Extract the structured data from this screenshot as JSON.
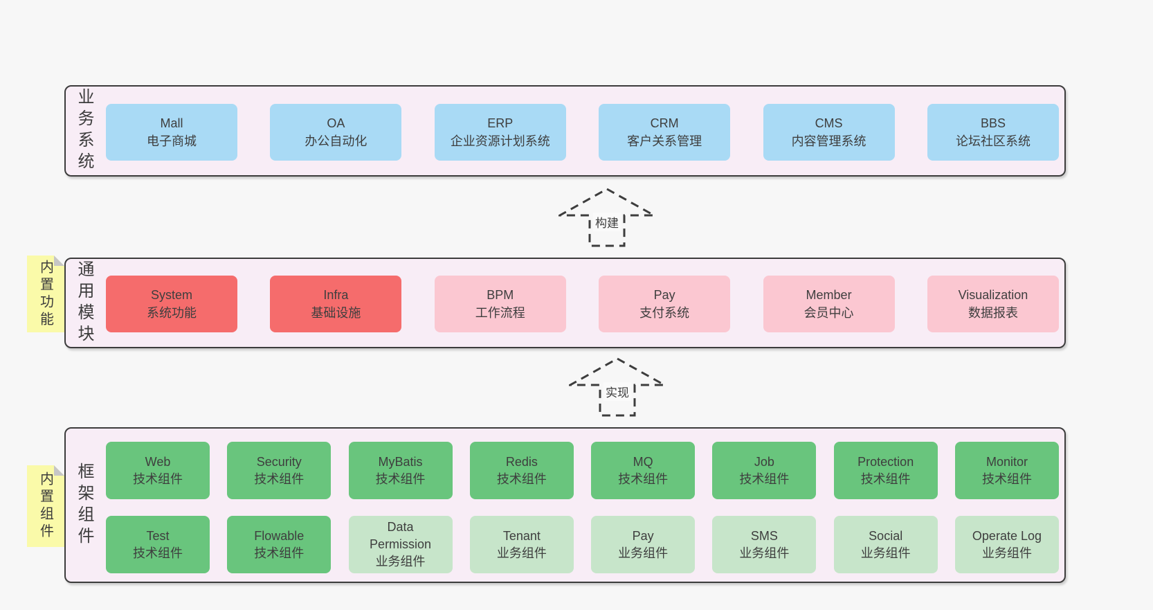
{
  "colors": {
    "page_bg": "#f7f7f7",
    "band_bg": "#f8edf6",
    "band_border": "#3c3c3c",
    "blue_box": "#a9daf5",
    "red_box": "#f56c6c",
    "pink_box": "#fbc7d1",
    "green_box": "#69c57d",
    "light_green_box": "#c7e5ca",
    "sticky_yellow": "#fafaa9",
    "fold_gray": "#c6c6c6",
    "text": "#3e3e3e"
  },
  "bands": {
    "business": {
      "label": "业务系统",
      "boxes": [
        {
          "name": "Mall",
          "desc": "电子商城",
          "type": "blue"
        },
        {
          "name": "OA",
          "desc": "办公自动化",
          "type": "blue"
        },
        {
          "name": "ERP",
          "desc": "企业资源计划系统",
          "type": "blue"
        },
        {
          "name": "CRM",
          "desc": "客户关系管理",
          "type": "blue"
        },
        {
          "name": "CMS",
          "desc": "内容管理系统",
          "type": "blue"
        },
        {
          "name": "BBS",
          "desc": "论坛社区系统",
          "type": "blue"
        }
      ]
    },
    "modules": {
      "label": "通用模块",
      "sticky": "内置功能",
      "boxes": [
        {
          "name": "System",
          "desc": "系统功能",
          "type": "red"
        },
        {
          "name": "Infra",
          "desc": "基础设施",
          "type": "red"
        },
        {
          "name": "BPM",
          "desc": "工作流程",
          "type": "pink"
        },
        {
          "name": "Pay",
          "desc": "支付系统",
          "type": "pink"
        },
        {
          "name": "Member",
          "desc": "会员中心",
          "type": "pink"
        },
        {
          "name": "Visualization",
          "desc": "数据报表",
          "type": "pink"
        }
      ]
    },
    "components": {
      "label": "框架组件",
      "sticky": "内置组件",
      "row1": [
        {
          "name": "Web",
          "desc": "技术组件",
          "type": "green"
        },
        {
          "name": "Security",
          "desc": "技术组件",
          "type": "green"
        },
        {
          "name": "MyBatis",
          "desc": "技术组件",
          "type": "green"
        },
        {
          "name": "Redis",
          "desc": "技术组件",
          "type": "green"
        },
        {
          "name": "MQ",
          "desc": "技术组件",
          "type": "green"
        },
        {
          "name": "Job",
          "desc": "技术组件",
          "type": "green"
        },
        {
          "name": "Protection",
          "desc": "技术组件",
          "type": "green"
        },
        {
          "name": "Monitor",
          "desc": "技术组件",
          "type": "green"
        }
      ],
      "row2": [
        {
          "name": "Test",
          "desc": "技术组件",
          "type": "green"
        },
        {
          "name": "Flowable",
          "desc": "技术组件",
          "type": "green"
        },
        {
          "name": "Data Permission",
          "desc": "业务组件",
          "type": "light-green"
        },
        {
          "name": "Tenant",
          "desc": "业务组件",
          "type": "light-green"
        },
        {
          "name": "Pay",
          "desc": "业务组件",
          "type": "light-green"
        },
        {
          "name": "SMS",
          "desc": "业务组件",
          "type": "light-green"
        },
        {
          "name": "Social",
          "desc": "业务组件",
          "type": "light-green"
        },
        {
          "name": "Operate Log",
          "desc": "业务组件",
          "type": "light-green"
        }
      ]
    }
  },
  "arrows": [
    {
      "label": "构建"
    },
    {
      "label": "实现"
    }
  ]
}
